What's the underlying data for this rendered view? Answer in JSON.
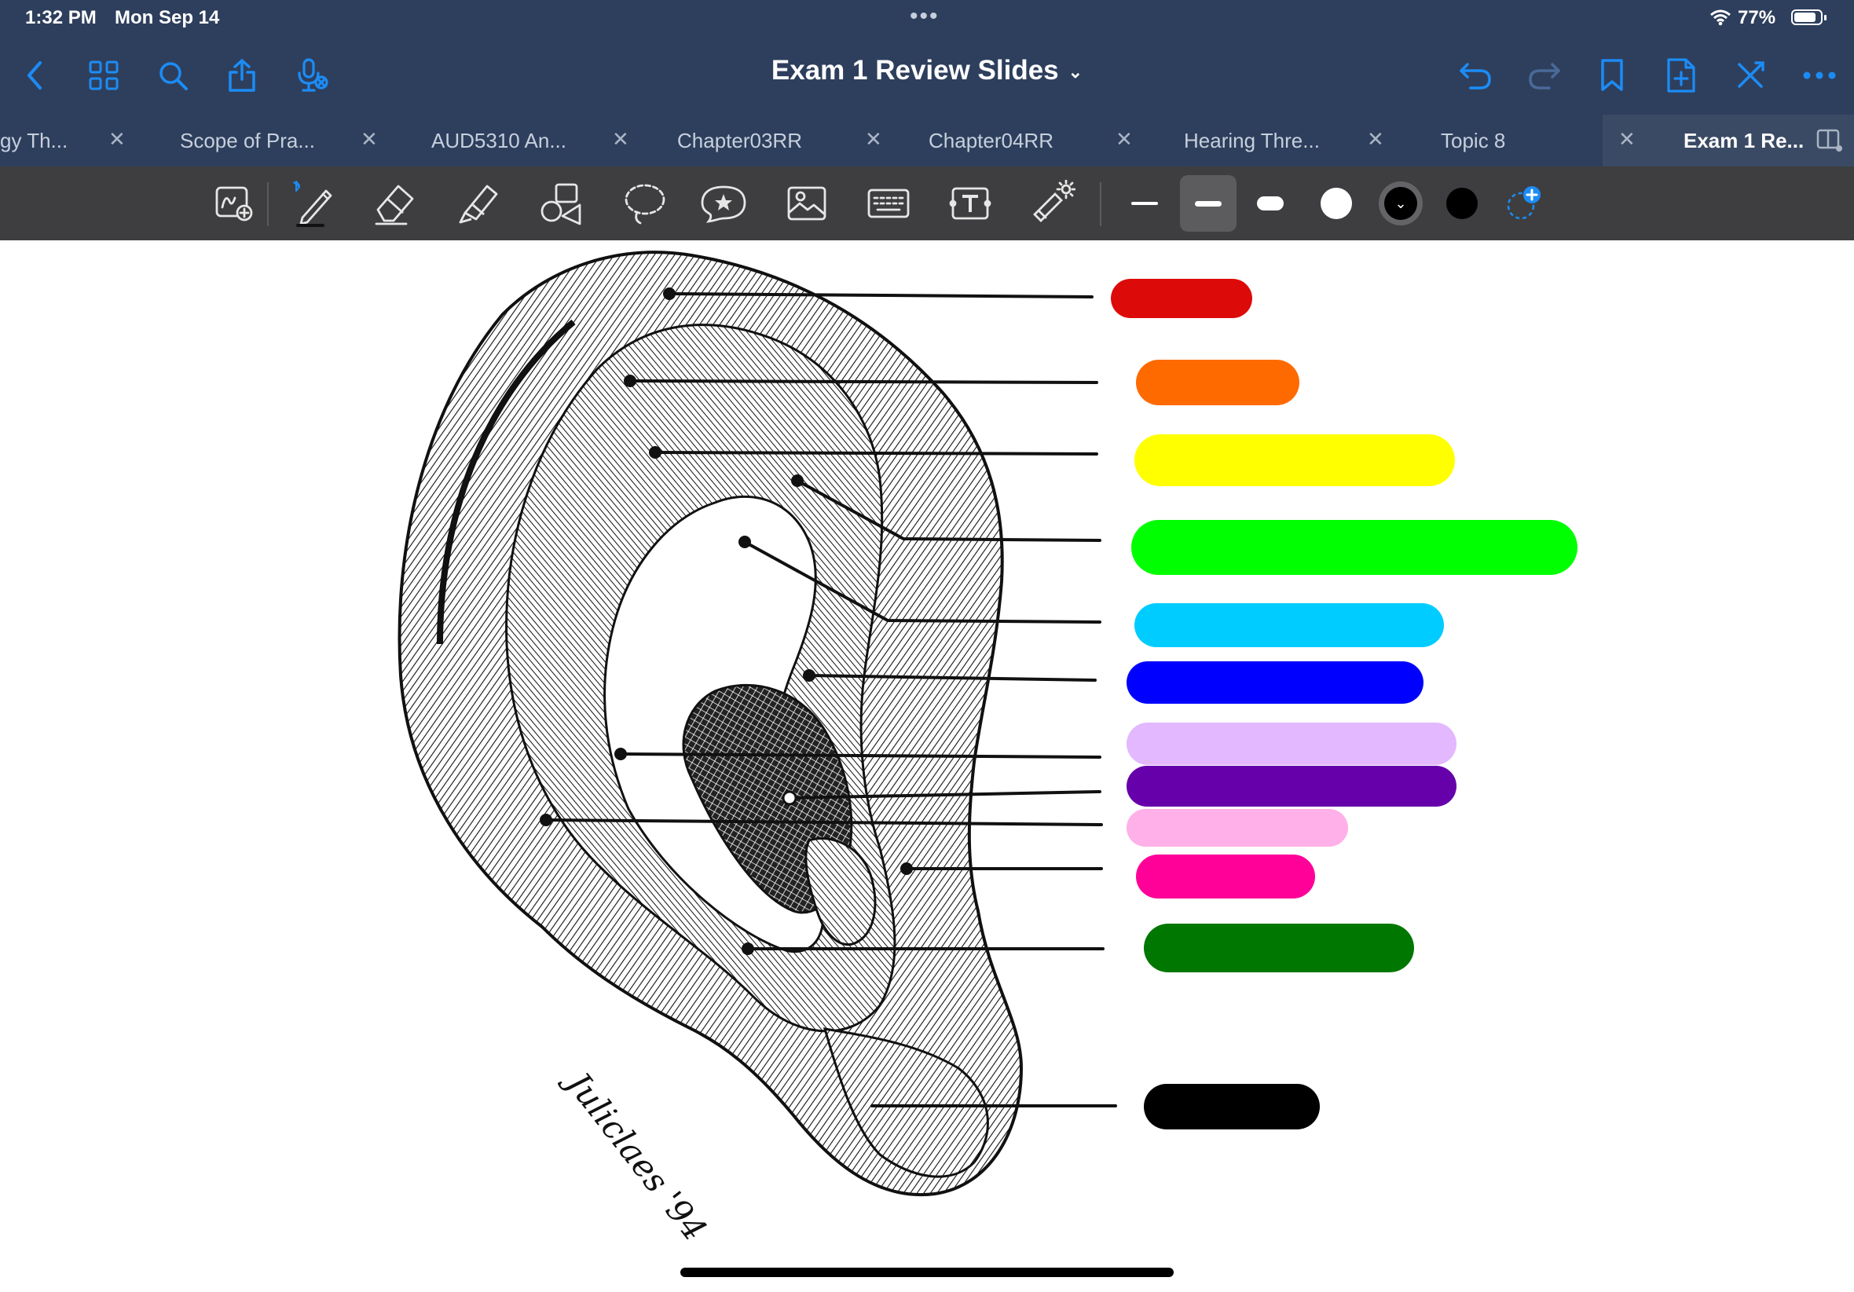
{
  "status": {
    "time": "1:32 PM",
    "date": "Mon Sep 14",
    "battery": "77%"
  },
  "nav": {
    "title": "Exam 1 Review Slides"
  },
  "tabs": [
    {
      "label": "gy Th..."
    },
    {
      "label": "Scope of Pra..."
    },
    {
      "label": "AUD5310 An..."
    },
    {
      "label": "Chapter03RR"
    },
    {
      "label": "Chapter04RR"
    },
    {
      "label": "Hearing Thre..."
    },
    {
      "label": "Topic 8"
    },
    {
      "label": "Exam 1 Re..."
    }
  ],
  "drawing": {
    "signature": "Juliclaes '94",
    "highlight_colors": [
      "#dd0a0a",
      "#ff6a00",
      "#ffff00",
      "#00ff00",
      "#00ccff",
      "#0000ff",
      "#e3b8ff",
      "#6600aa",
      "#ffb0e8",
      "#ff0099",
      "#007700",
      "#000000"
    ]
  }
}
